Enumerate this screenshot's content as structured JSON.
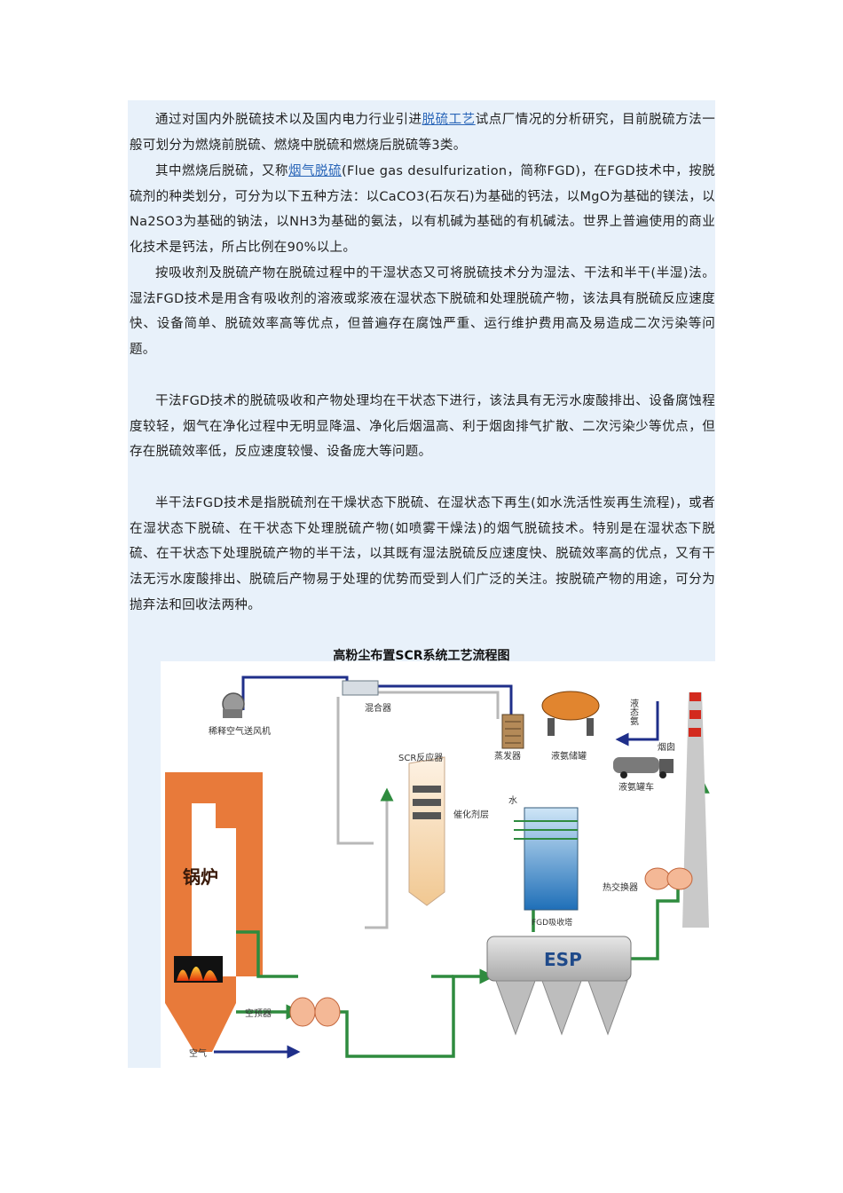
{
  "paragraphs": {
    "p1": "通过对国内外脱硫技术以及国内电力行业引进脱硫工艺试点厂情况的分析研究，目前脱硫方法一般可划分为燃烧前脱硫、燃烧中脱硫和燃烧后脱硫等3类。",
    "p2_before": "其中燃烧后脱硫，又称",
    "p2_link": "烟气脱硫",
    "p2_after": "(Flue gas desulfurization，简称FGD)，在FGD技术中，按脱硫剂的种类划分，可分为以下五种方法：以CaCO3(石灰石)为基础的钙法，以MgO为基础的镁法，以Na2SO3为基础的钠法，以NH3为基础的氨法，以有机碱为基础的有机碱法。世界上普遍使用的商业化技术是钙法，所占比例在90%以上。",
    "p3": "按吸收剂及脱硫产物在脱硫过程中的干湿状态又可将脱硫技术分为湿法、干法和半干(半湿)法。湿法FGD技术是用含有吸收剂的溶液或浆液在湿状态下脱硫和处理脱硫产物，该法具有脱硫反应速度快、设备简单、脱硫效率高等优点，但普遍存在腐蚀严重、运行维护费用高及易造成二次污染等问题。",
    "p4": "干法FGD技术的脱硫吸收和产物处理均在干状态下进行，该法具有无污水废酸排出、设备腐蚀程度较轻，烟气在净化过程中无明显降温、净化后烟温高、利于烟囱排气扩散、二次污染少等优点，但存在脱硫效率低，反应速度较慢、设备庞大等问题。",
    "p5": "半干法FGD技术是指脱硫剂在干燥状态下脱硫、在湿状态下再生(如水洗活性炭再生流程)，或者在湿状态下脱硫、在干状态下处理脱硫产物(如喷雾干燥法)的烟气脱硫技术。特别是在湿状态下脱硫、在干状态下处理脱硫产物的半干法，以其既有湿法脱硫反应速度快、脱硫效率高的优点，又有干法无污水废酸排出、脱硫后产物易于处理的优势而受到人们广泛的关注。按脱硫产物的用途，可分为抛弃法和回收法两种。"
  },
  "p1_before": "通过对国内外脱硫技术以及国内电力行业引进",
  "p1_link": "脱硫工艺",
  "p1_after": "试点厂情况的分析研究，目前脱硫方法一般可划分为燃烧前脱硫、燃烧中脱硫和燃烧后脱硫等3类。",
  "figure": {
    "title": "高粉尘布置SCR系统工艺流程图",
    "labels": {
      "fan": "稀释空气送风机",
      "mixer": "混合器",
      "scr": "SCR反应器",
      "catalyst": "催化剂层",
      "evaporator": "蒸发器",
      "ammonia_tank": "液氨储罐",
      "liquid_ammonia": "液态氨",
      "tank_truck": "液氨罐车",
      "chimney": "烟囱",
      "water": "水",
      "fgd": "FGD吸收塔",
      "heat_exchanger": "热交换器",
      "boiler": "锅炉",
      "esp": "ESP",
      "air_preheater": "空预器",
      "air": "空气"
    },
    "colors": {
      "boiler": "#e87a3a",
      "flue_line": "#2e8b3e",
      "ammonia_line": "#1f2f8a",
      "scr_line": "#b0b0b0",
      "esp": "#c8c8c8"
    }
  }
}
